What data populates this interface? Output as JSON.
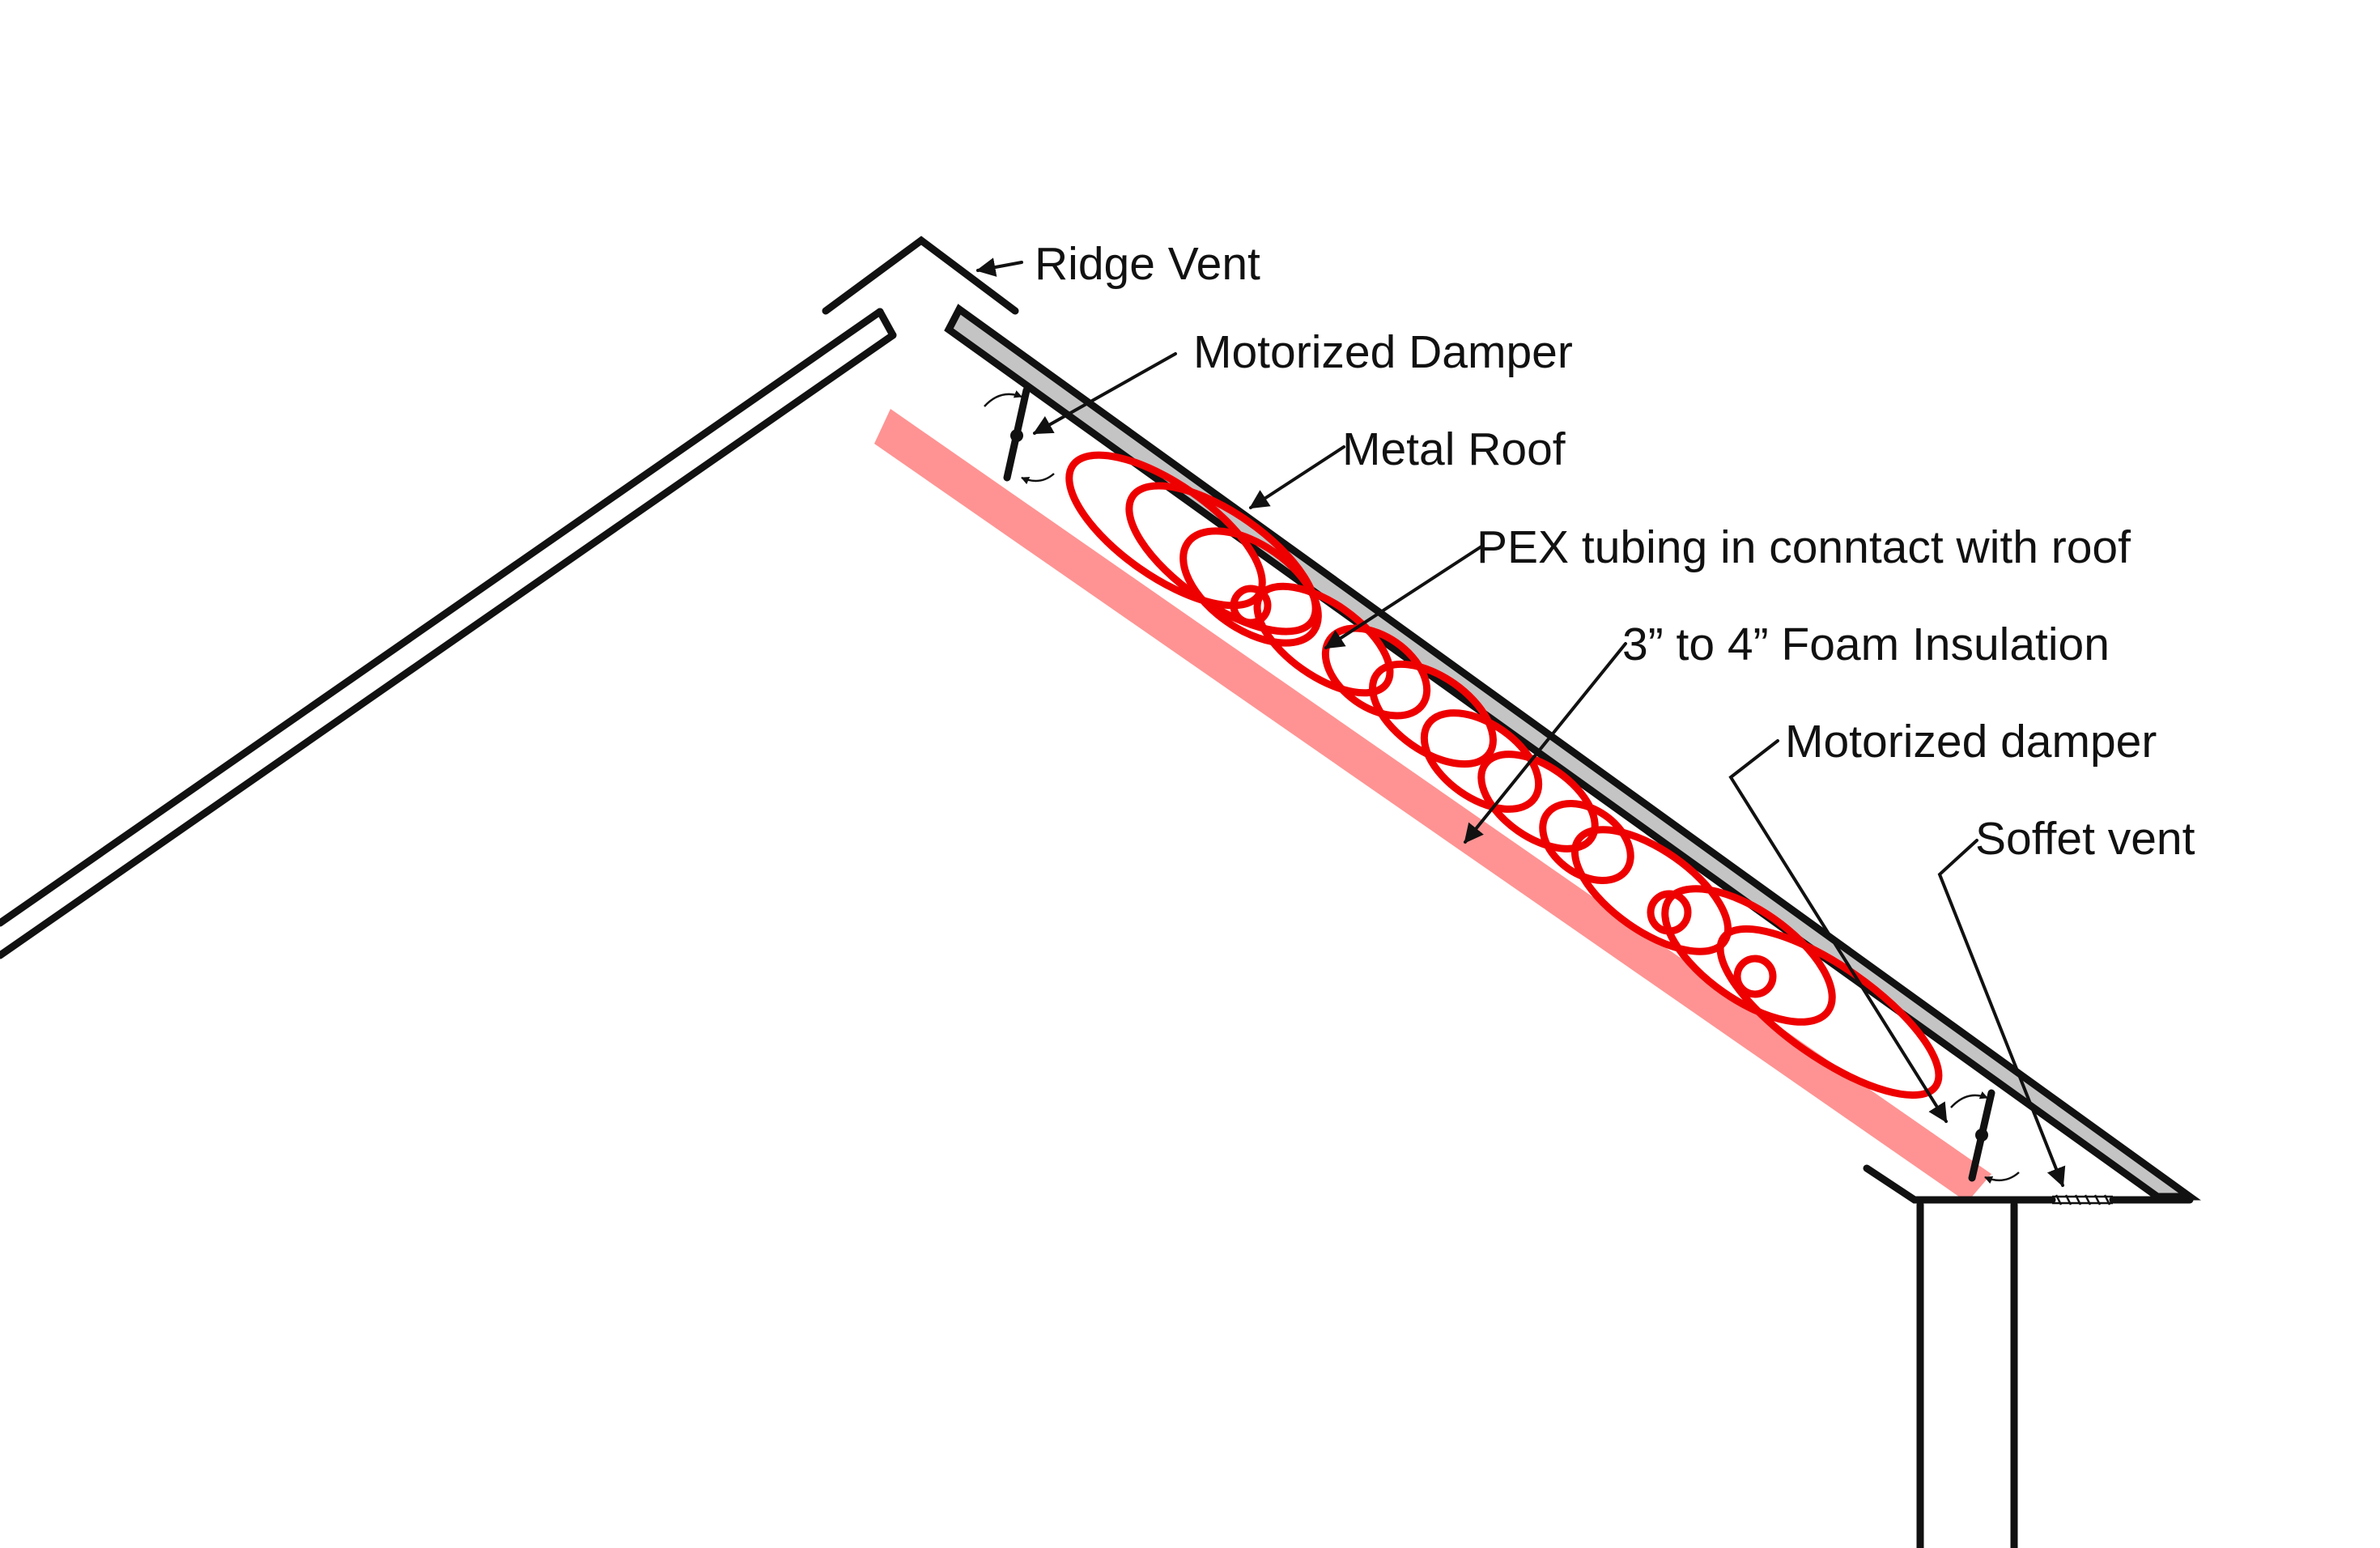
{
  "diagram": {
    "labels": {
      "ridge_vent": "Ridge Vent",
      "motorized_damper_top": "Motorized Damper",
      "metal_roof": "Metal Roof",
      "pex_tubing": "PEX tubing in conntact with roof",
      "foam_insulation": "3” to 4” Foam Insulation",
      "motorized_damper_bottom": "Motorized damper",
      "soffet_vent": "Soffet vent"
    },
    "colors": {
      "outline": "#111111",
      "metal_roof_fill": "#c4c4c4",
      "foam_insulation": "#ff9393",
      "pex_tubing": "#ee0000",
      "background": "#ffffff"
    }
  }
}
